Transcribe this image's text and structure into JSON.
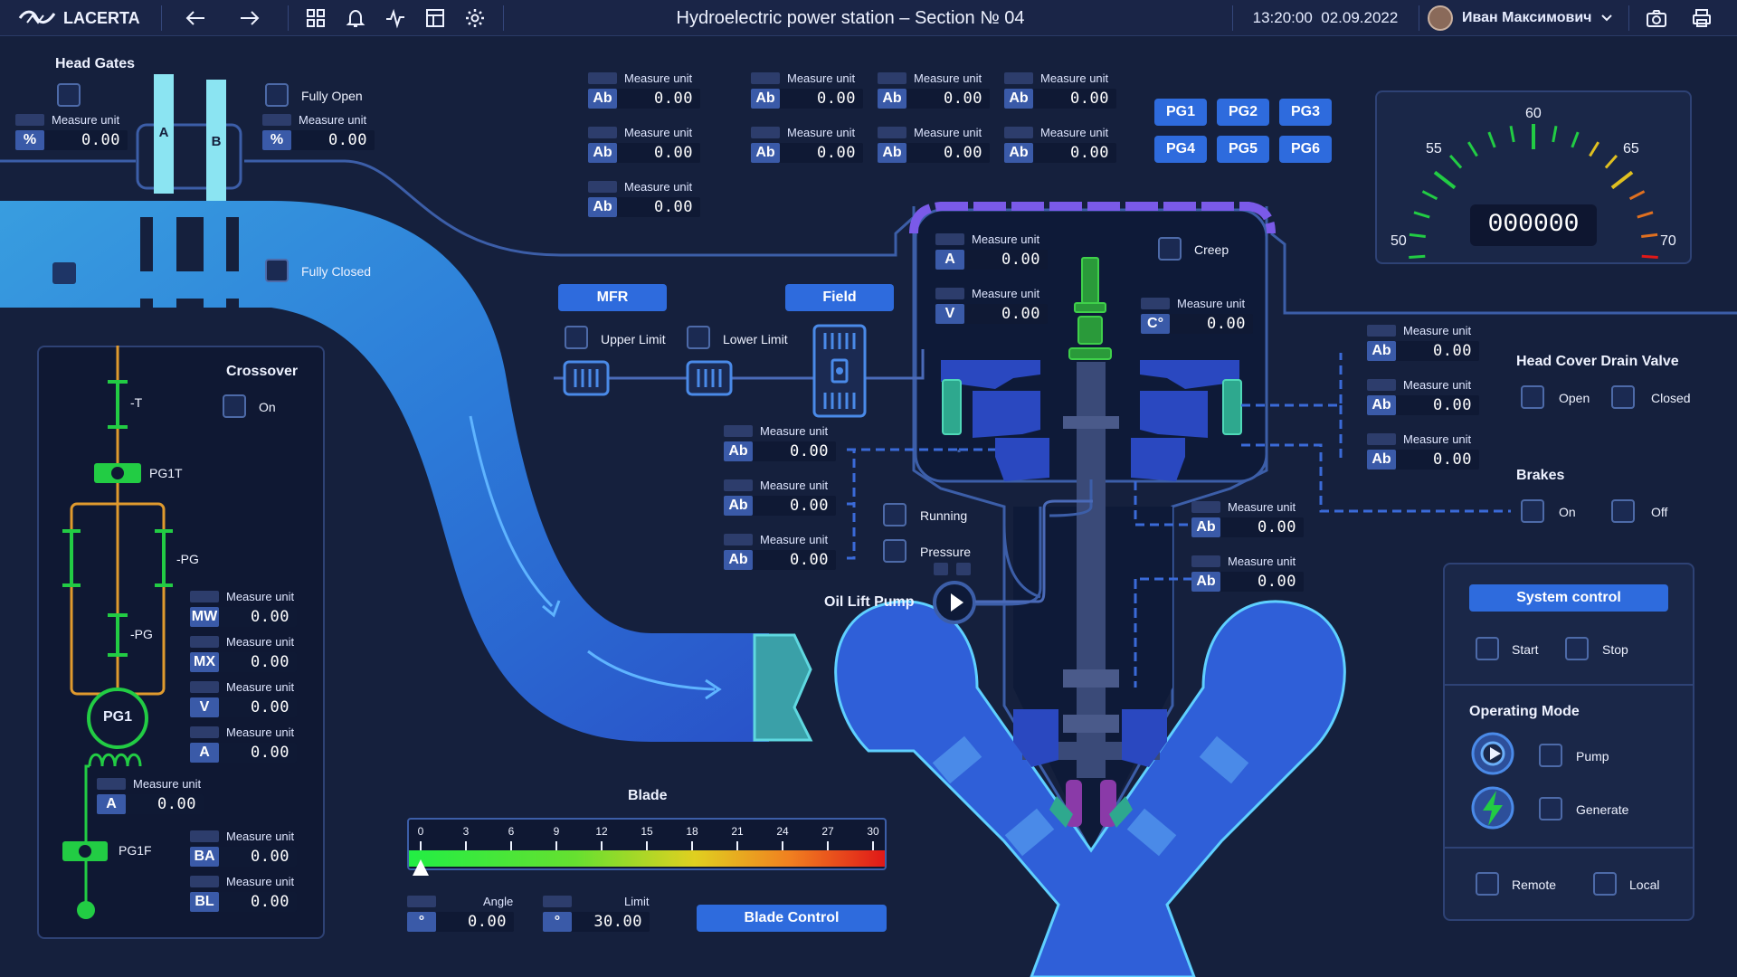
{
  "app": {
    "name": "LACERTA",
    "title": "Hydroelectric power station – Section № 04",
    "datetime": "13:20:00  02.09.2022",
    "user": "Иван Максимович"
  },
  "icons": [
    "logo-icon",
    "back-arrow-icon",
    "forward-arrow-icon",
    "grid-icon",
    "bell-icon",
    "pulse-icon",
    "table-icon",
    "gear-icon",
    "chevron-down-icon",
    "camera-icon",
    "printer-icon"
  ],
  "head_gates": {
    "title": "Head Gates",
    "gate_a": "A",
    "gate_b": "B",
    "fully_open": "Fully Open",
    "fully_closed": "Fully Closed",
    "left": {
      "label": "Measure unit",
      "unit": "%",
      "value": "0.00"
    },
    "right": {
      "label": "Measure unit",
      "unit": "%",
      "value": "0.00"
    }
  },
  "top_measures": [
    {
      "label": "Measure unit",
      "unit": "Ab",
      "value": "0.00"
    },
    {
      "label": "Measure unit",
      "unit": "Ab",
      "value": "0.00"
    },
    {
      "label": "Measure unit",
      "unit": "Ab",
      "value": "0.00"
    },
    {
      "label": "Measure unit",
      "unit": "Ab",
      "value": "0.00"
    },
    {
      "label": "Measure unit",
      "unit": "Ab",
      "value": "0.00"
    },
    {
      "label": "Measure unit",
      "unit": "Ab",
      "value": "0.00"
    },
    {
      "label": "Measure unit",
      "unit": "Ab",
      "value": "0.00"
    },
    {
      "label": "Measure unit",
      "unit": "Ab",
      "value": "0.00"
    },
    {
      "label": "Measure unit",
      "unit": "Ab",
      "value": "0.00"
    }
  ],
  "pg_buttons": [
    "PG1",
    "PG2",
    "PG3",
    "PG4",
    "PG5",
    "PG6"
  ],
  "gauge": {
    "display": "000000",
    "min_label": "50",
    "l55": "55",
    "l60": "60",
    "l65": "65",
    "max_label": "70"
  },
  "crossover": {
    "title": "Crossover",
    "on": "On",
    "t": "-T",
    "pg1t": "PG1T",
    "pg_a": "-PG",
    "pg_b": "-PG",
    "pg1": "PG1",
    "pg1f": "PG1F",
    "measures": [
      {
        "label": "Measure unit",
        "unit": "MW",
        "value": "0.00"
      },
      {
        "label": "Measure unit",
        "unit": "MX",
        "value": "0.00"
      },
      {
        "label": "Measure unit",
        "unit": "V",
        "value": "0.00"
      },
      {
        "label": "Measure unit",
        "unit": "A",
        "value": "0.00"
      },
      {
        "label": "Measure unit",
        "unit": "A",
        "value": "0.00"
      },
      {
        "label": "Measure unit",
        "unit": "BA",
        "value": "0.00"
      },
      {
        "label": "Measure unit",
        "unit": "BL",
        "value": "0.00"
      }
    ]
  },
  "mfr": {
    "label": "MFR",
    "field": "Field",
    "upper": "Upper Limit",
    "lower": "Lower Limit"
  },
  "mid_measures": [
    {
      "label": "Measure unit",
      "unit": "Ab",
      "value": "0.00"
    },
    {
      "label": "Measure unit",
      "unit": "Ab",
      "value": "0.00"
    },
    {
      "label": "Measure unit",
      "unit": "Ab",
      "value": "0.00"
    }
  ],
  "pump_status": {
    "running": "Running",
    "pressure": "Pressure",
    "oil_lift": "Oil Lift Pump"
  },
  "generator": {
    "creep": "Creep",
    "a": {
      "label": "Measure unit",
      "unit": "A",
      "value": "0.00"
    },
    "v": {
      "label": "Measure unit",
      "unit": "V",
      "value": "0.00"
    },
    "c": {
      "label": "Measure unit",
      "unit": "C°",
      "value": "0.00"
    },
    "low1": {
      "label": "Measure unit",
      "unit": "Ab",
      "value": "0.00"
    },
    "low2": {
      "label": "Measure unit",
      "unit": "Ab",
      "value": "0.00"
    }
  },
  "right_measures": [
    {
      "label": "Measure unit",
      "unit": "Ab",
      "value": "0.00"
    },
    {
      "label": "Measure unit",
      "unit": "Ab",
      "value": "0.00"
    },
    {
      "label": "Measure unit",
      "unit": "Ab",
      "value": "0.00"
    }
  ],
  "head_cover": {
    "title": "Head Cover Drain Valve",
    "open": "Open",
    "closed": "Closed"
  },
  "brakes": {
    "title": "Brakes",
    "on": "On",
    "off": "Off"
  },
  "system": {
    "button": "System control",
    "start": "Start",
    "stop": "Stop",
    "mode": "Operating Mode",
    "pump": "Pump",
    "generate": "Generate",
    "remote": "Remote",
    "local": "Local"
  },
  "blade": {
    "title": "Blade",
    "ticks": [
      "0",
      "3",
      "6",
      "9",
      "12",
      "15",
      "18",
      "21",
      "24",
      "27",
      "30"
    ],
    "pointer_value": 0,
    "angle": {
      "label": "Angle",
      "unit": "°",
      "value": "0.00"
    },
    "limit": {
      "label": "Limit",
      "unit": "°",
      "value": "30.00"
    },
    "control": "Blade Control"
  },
  "colors": {
    "accent": "#2e6bdd",
    "green": "#22cc44",
    "orange": "#e0a030"
  }
}
